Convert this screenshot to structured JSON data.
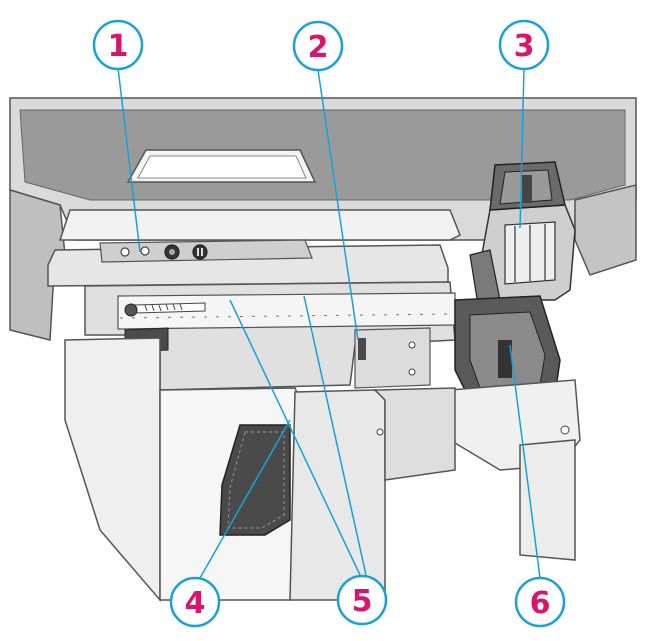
{
  "colors": {
    "callout_circle": "#1aa0d8",
    "callout_number": "#d6156b",
    "leader_line": "#1aa0d8",
    "body_outline": "#555555",
    "body_light": "#eeeeee",
    "body_mid": "#c8c8c8",
    "body_dark": "#8a8a8a",
    "part_dark": "#4a4a4a"
  },
  "callouts": [
    {
      "id": "1",
      "label": "1"
    },
    {
      "id": "2",
      "label": "2"
    },
    {
      "id": "3",
      "label": "3"
    },
    {
      "id": "4",
      "label": "4"
    },
    {
      "id": "5",
      "label": "5"
    },
    {
      "id": "6",
      "label": "6"
    }
  ]
}
